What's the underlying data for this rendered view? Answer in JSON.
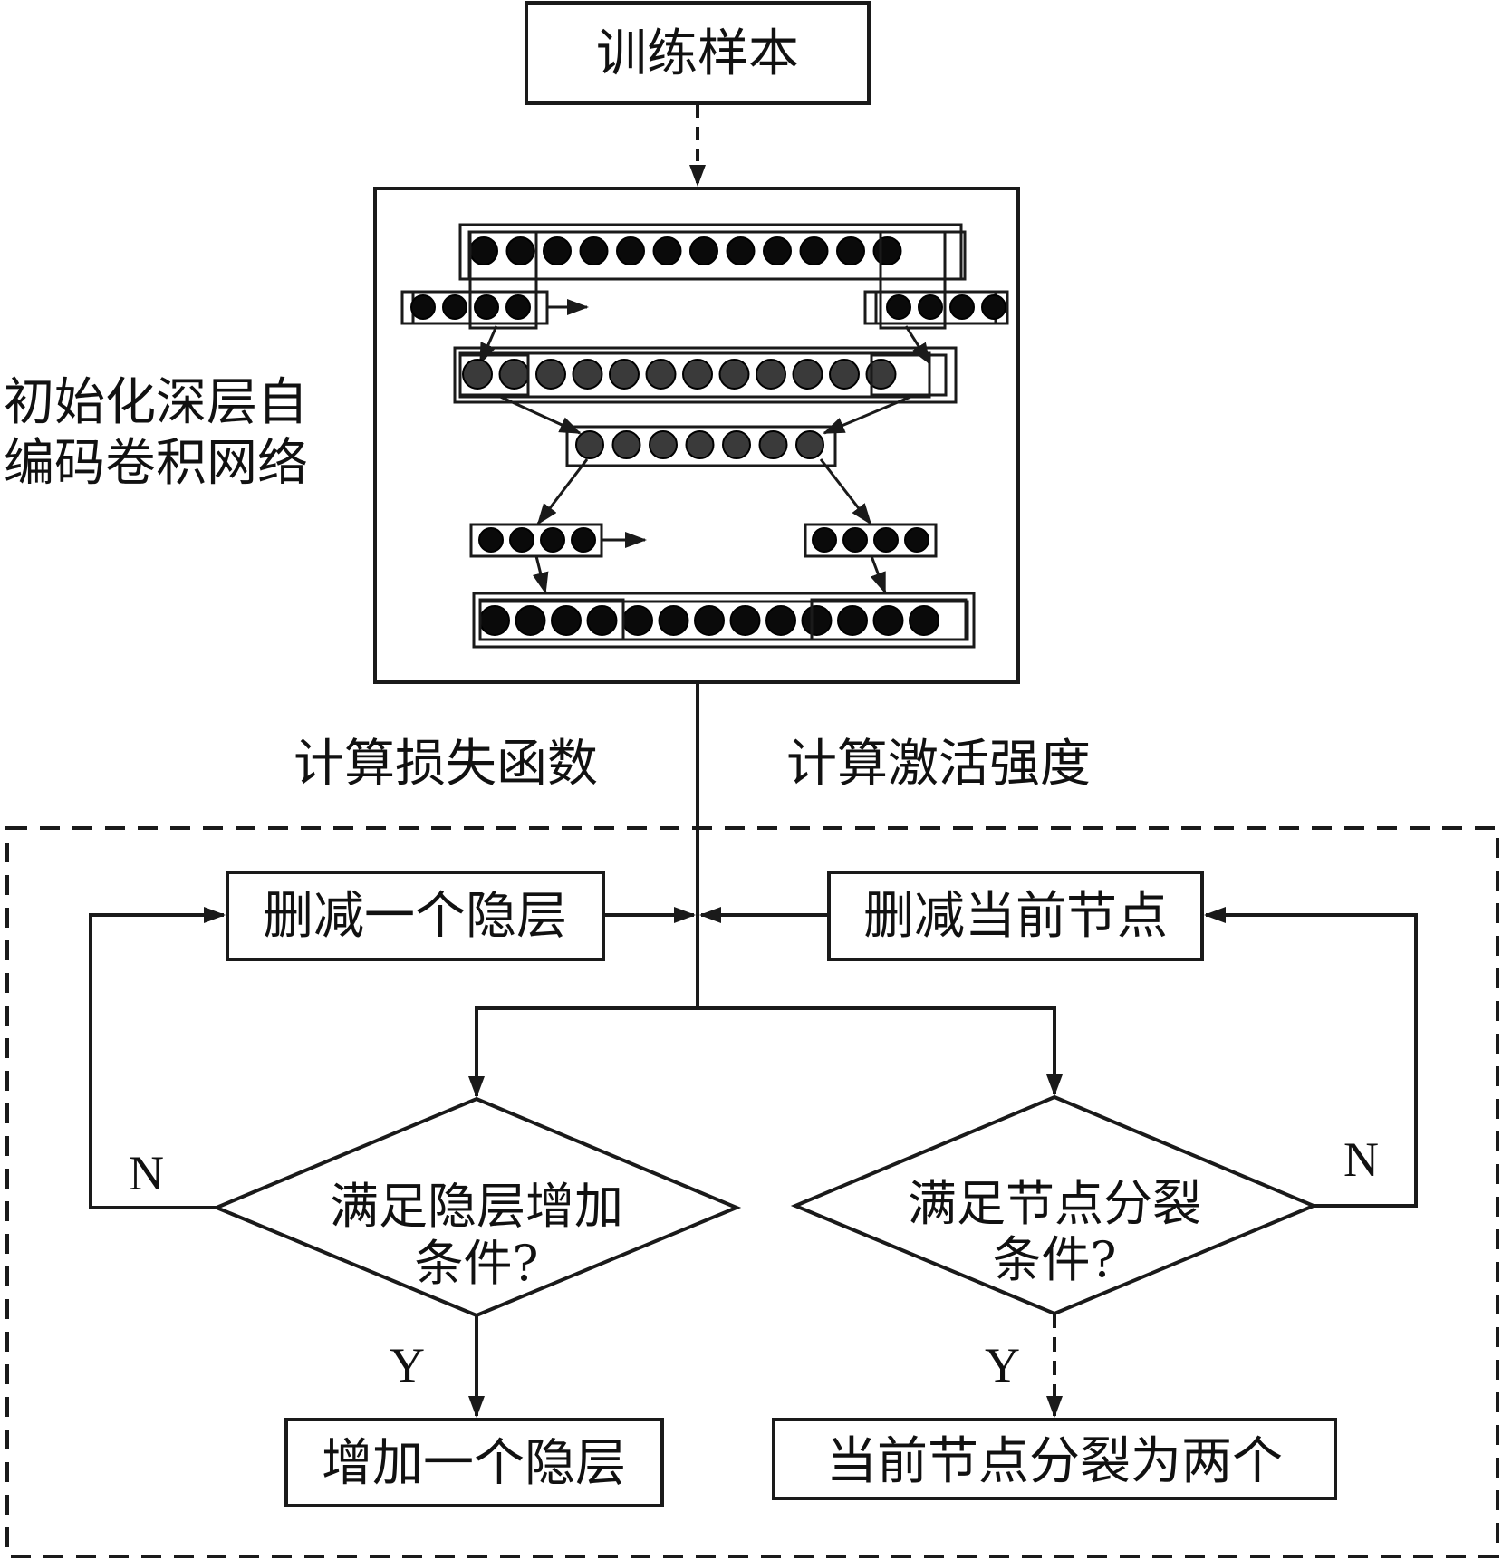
{
  "nodes": {
    "training_samples": "训练样本",
    "network_label_line1": "初始化深层自",
    "network_label_line2": "编码卷积网络",
    "loss_label": "计算损失函数",
    "activation_label": "计算激活强度",
    "delete_hidden_layer": "删减一个隐层",
    "delete_current_node": "删减当前节点",
    "condition_layer_line1": "满足隐层增加",
    "condition_layer_line2": "条件?",
    "condition_node_line1": "满足节点分裂",
    "condition_node_line2": "条件?",
    "add_hidden_layer": "增加一个隐层",
    "split_node": "当前节点分裂为两个"
  },
  "branch_labels": {
    "no_left": "N",
    "no_right": "N",
    "yes_left": "Y",
    "yes_right": "Y"
  },
  "colors": {
    "stroke": "#1a1a1a",
    "node_fill": "#0a0a0a",
    "node_fill_mid": "#3a3a3a"
  }
}
